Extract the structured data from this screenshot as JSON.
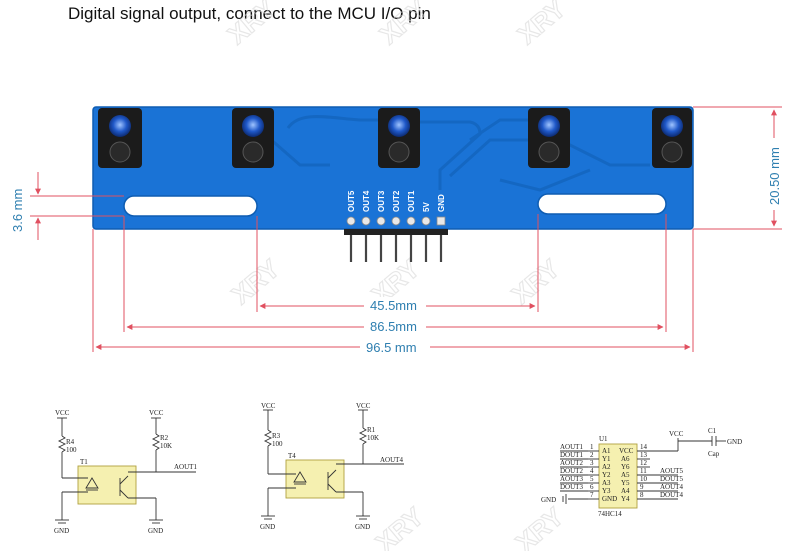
{
  "caption": "Digital signal output, connect to the MCU I/O pin",
  "watermark": "XRY",
  "dimensions": {
    "hole_height": "3.6 mm",
    "board_height": "20.50 mm",
    "inner_spacing": "45.5mm",
    "mid_spacing": "86.5mm",
    "total_width": "96.5 mm"
  },
  "pins": [
    "OUT5",
    "OUT4",
    "OUT3",
    "OUT2",
    "OUT1",
    "5V",
    "GND"
  ],
  "schematic1": {
    "vcc_left": "VCC",
    "vcc_right": "VCC",
    "r_left_name": "R4",
    "r_left_val": "100",
    "r_right_name": "R2",
    "r_right_val": "10K",
    "part": "T1",
    "out": "AOUT1",
    "gnd_left": "GND",
    "gnd_right": "GND"
  },
  "schematic2": {
    "vcc_left": "VCC",
    "vcc_right": "VCC",
    "r_left_name": "R3",
    "r_left_val": "100",
    "r_right_name": "R1",
    "r_right_val": "10K",
    "part": "T4",
    "out": "AOUT4",
    "gnd_left": "GND",
    "gnd_right": "GND"
  },
  "schematic3": {
    "chip_name": "U1",
    "chip_part": "74HC14",
    "left_signals": [
      "AOUT1",
      "DOUT1",
      "AOUT2",
      "DOUT2",
      "AOUT3",
      "DOUT3"
    ],
    "left_pins": [
      "1",
      "2",
      "3",
      "4",
      "5",
      "6",
      "7"
    ],
    "chip_left_pins": [
      "A1",
      "Y1",
      "A2",
      "Y2",
      "A3",
      "Y3",
      "GND"
    ],
    "chip_right_pins": [
      "VCC",
      "A6",
      "Y6",
      "A5",
      "Y5",
      "A4",
      "Y4"
    ],
    "right_pins": [
      "14",
      "13",
      "12",
      "11",
      "10",
      "9",
      "8"
    ],
    "right_signals": [
      "AOUT5",
      "DOUT5",
      "AOUT4",
      "DOUT4"
    ],
    "gnd_label": "GND",
    "vcc_label": "VCC",
    "cap_name": "C1",
    "cap_label": "Cap",
    "cap_gnd": "GND"
  }
}
